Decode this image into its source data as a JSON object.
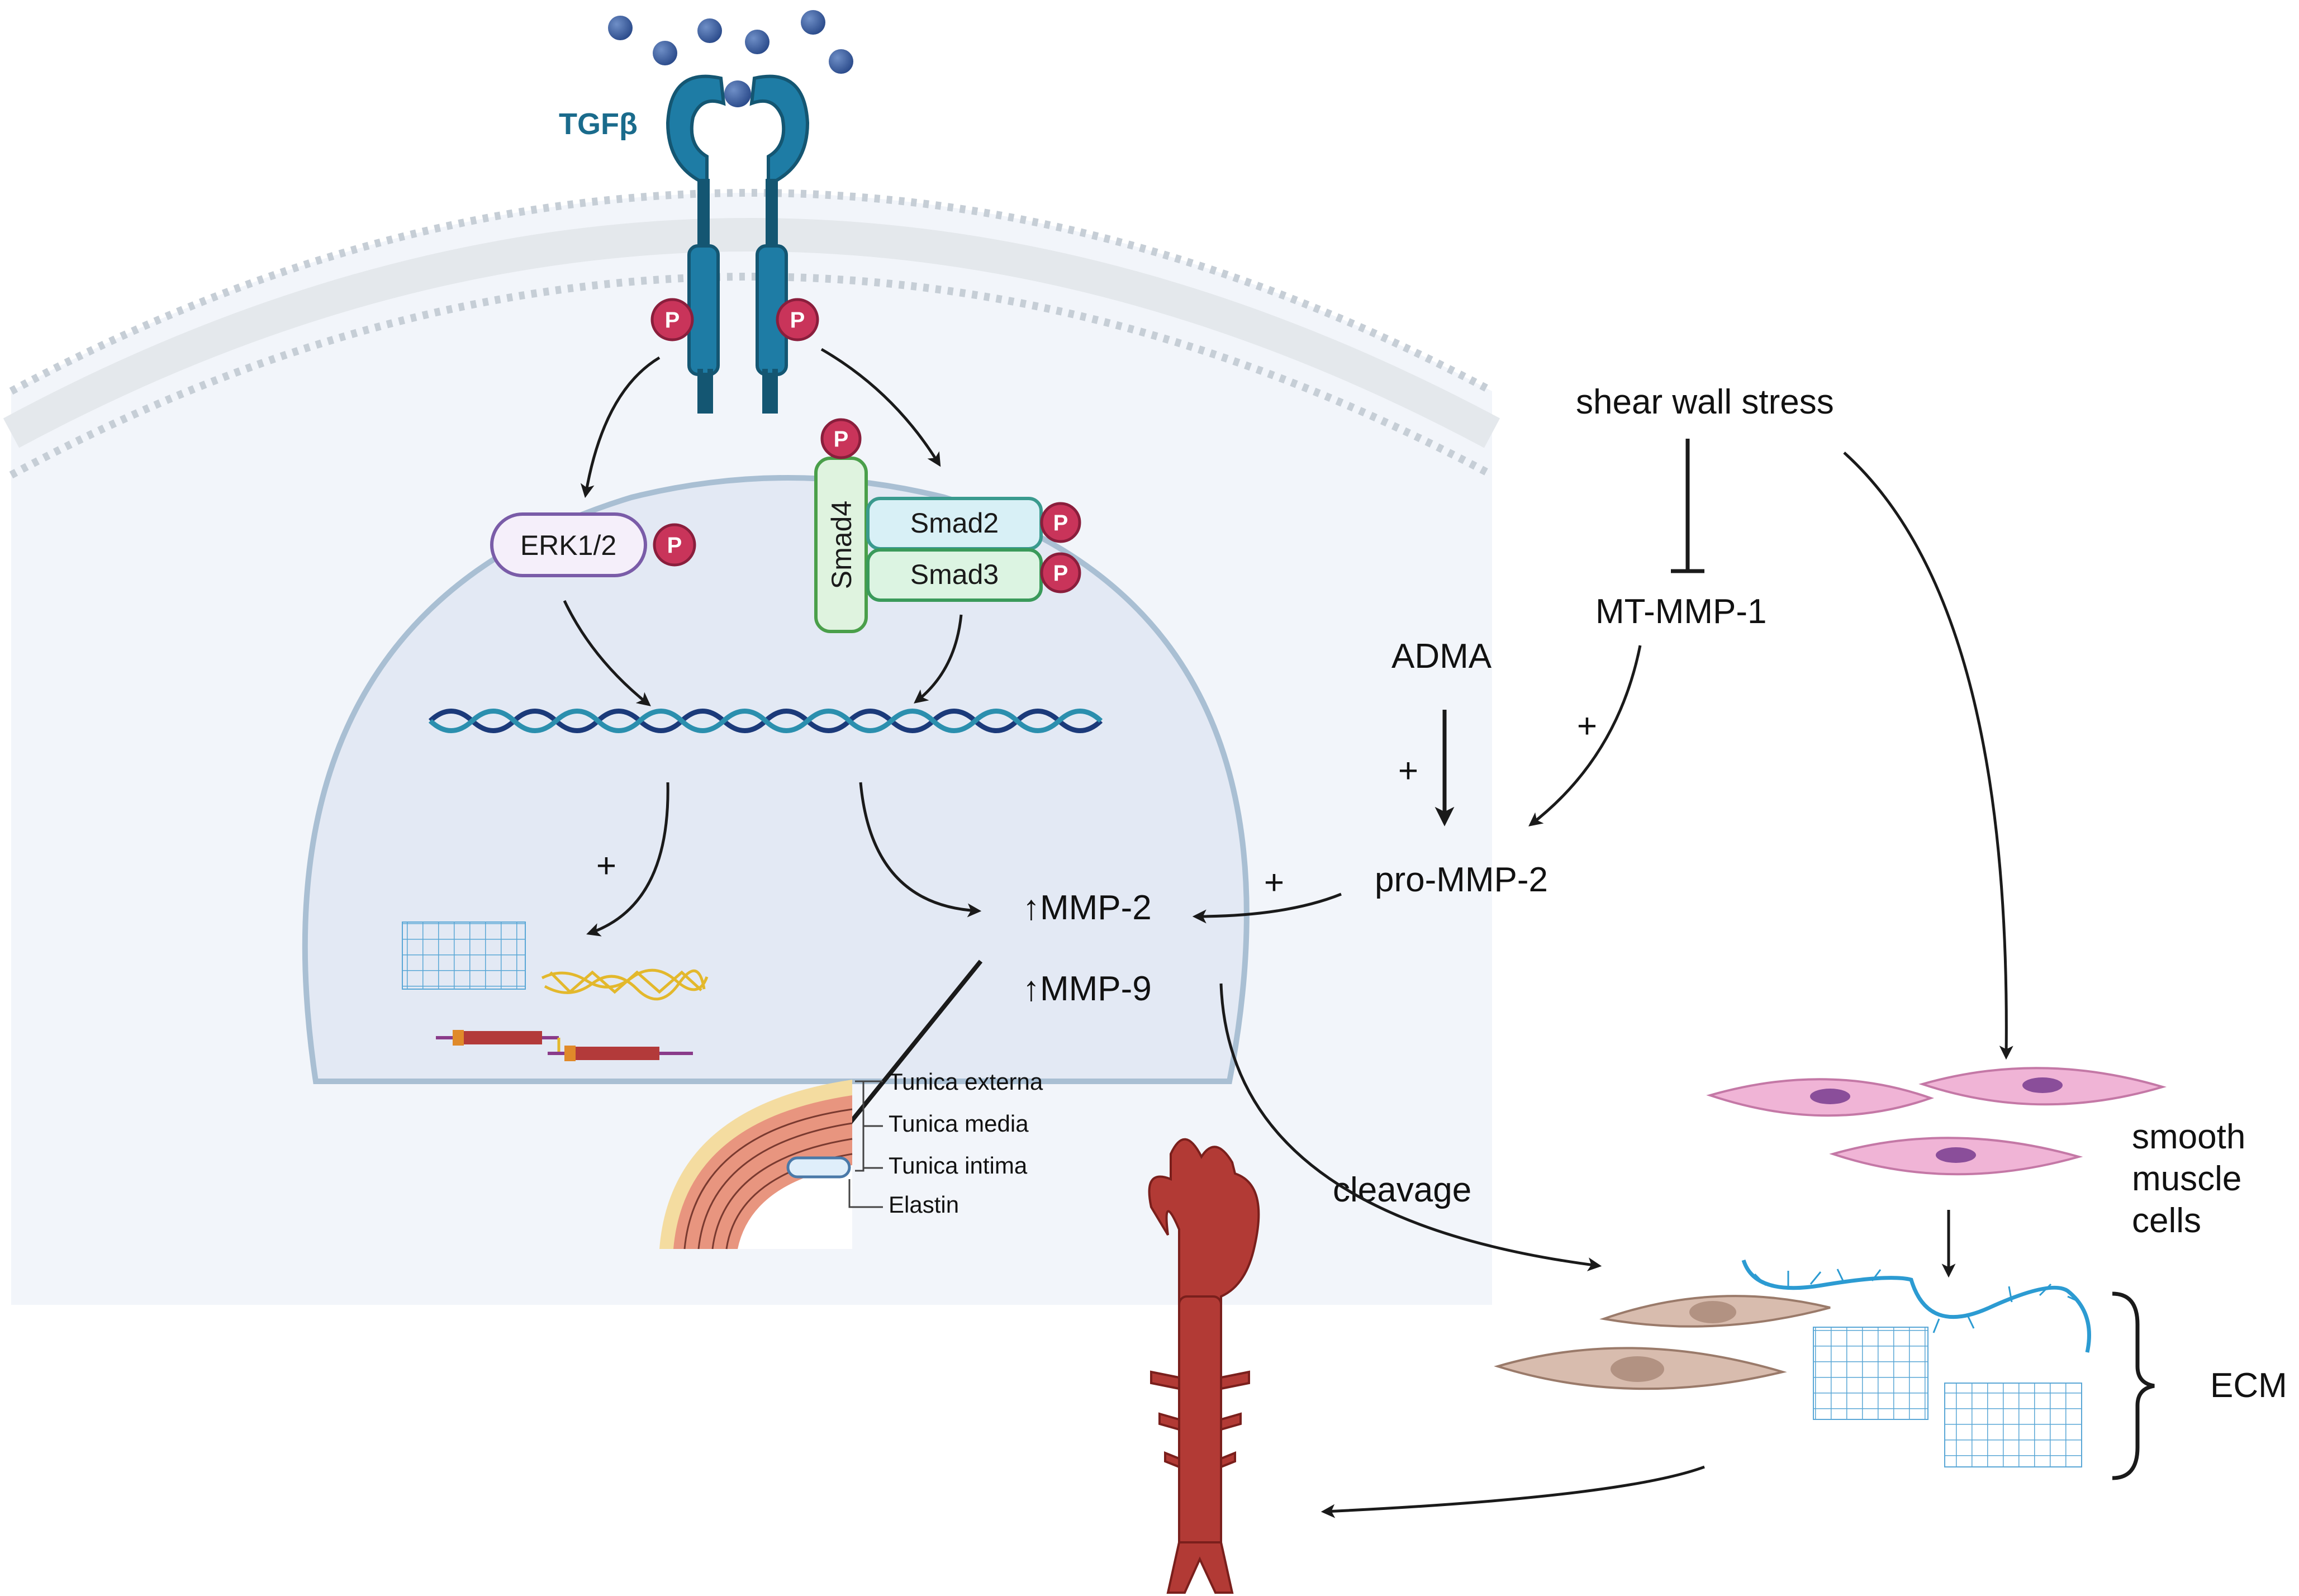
{
  "ligand": {
    "label": "TGFβ"
  },
  "phospho": {
    "label": "P"
  },
  "intracellular": {
    "erk": "ERK1/2",
    "smad4": "Smad4",
    "smad2": "Smad2",
    "smad3": "Smad3"
  },
  "plus": "+",
  "products": {
    "mmp2": "↑MMP-2",
    "mmp9": "↑MMP-9"
  },
  "external": {
    "shear": "shear wall stress",
    "mtmmp1": "MT-MMP-1",
    "adma": "ADMA",
    "prommp2": "pro-MMP-2",
    "cleavage": "cleavage",
    "smooth_muscle": [
      "smooth",
      "muscle",
      "cells"
    ],
    "ecm": "ECM"
  },
  "vessel_layers": {
    "externa": "Tunica externa",
    "media": "Tunica media",
    "intima": "Tunica intima",
    "elastin": "Elastin"
  },
  "colors": {
    "phospho": "#c9345a",
    "receptor": "#1e7ca5",
    "receptor_dark": "#145672",
    "smad_green": "#5cb85c",
    "smc_pink": "#e99ac8",
    "fibroblast": "#c9a898",
    "aorta": "#b23a35",
    "ecm_blue": "#4aa3d6"
  }
}
